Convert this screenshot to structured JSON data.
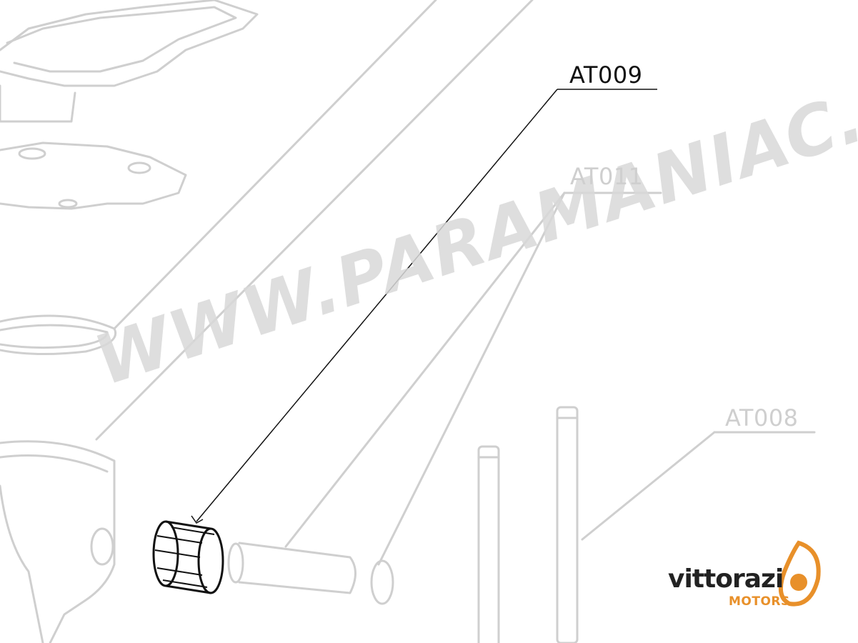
{
  "labels": {
    "active": "AT009",
    "faded_1": "AT011",
    "faded_2": "AT008"
  },
  "watermark": "WWW.PARAMANIAC.SHOP",
  "brand": {
    "name": "vittorazi",
    "sub": "MOTORS",
    "accent_color": "#e8902a"
  },
  "colors": {
    "active_line": "#111111",
    "faded_line": "#cfcfcf"
  }
}
